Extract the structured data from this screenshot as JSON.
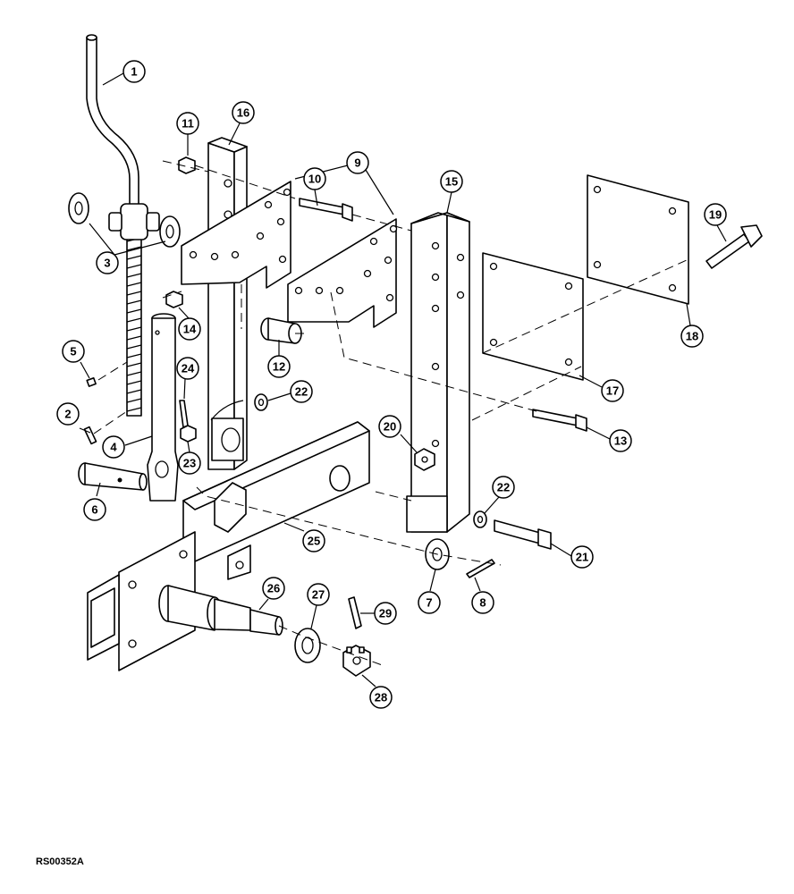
{
  "figure_code": "RS00352A",
  "callouts": [
    {
      "id": "callout-1",
      "label": "1"
    },
    {
      "id": "callout-2",
      "label": "2"
    },
    {
      "id": "callout-3",
      "label": "3"
    },
    {
      "id": "callout-4",
      "label": "4"
    },
    {
      "id": "callout-5",
      "label": "5"
    },
    {
      "id": "callout-6",
      "label": "6"
    },
    {
      "id": "callout-7",
      "label": "7"
    },
    {
      "id": "callout-8",
      "label": "8"
    },
    {
      "id": "callout-9",
      "label": "9"
    },
    {
      "id": "callout-10",
      "label": "10"
    },
    {
      "id": "callout-11",
      "label": "11"
    },
    {
      "id": "callout-12",
      "label": "12"
    },
    {
      "id": "callout-13",
      "label": "13"
    },
    {
      "id": "callout-14",
      "label": "14"
    },
    {
      "id": "callout-15",
      "label": "15"
    },
    {
      "id": "callout-16",
      "label": "16"
    },
    {
      "id": "callout-17",
      "label": "17"
    },
    {
      "id": "callout-18",
      "label": "18"
    },
    {
      "id": "callout-19",
      "label": "19"
    },
    {
      "id": "callout-20",
      "label": "20"
    },
    {
      "id": "callout-21",
      "label": "21"
    },
    {
      "id": "callout-22a",
      "label": "22"
    },
    {
      "id": "callout-22b",
      "label": "22"
    },
    {
      "id": "callout-23",
      "label": "23"
    },
    {
      "id": "callout-24",
      "label": "24"
    },
    {
      "id": "callout-25",
      "label": "25"
    },
    {
      "id": "callout-26",
      "label": "26"
    },
    {
      "id": "callout-27",
      "label": "27"
    },
    {
      "id": "callout-28",
      "label": "28"
    },
    {
      "id": "callout-29",
      "label": "29"
    }
  ]
}
